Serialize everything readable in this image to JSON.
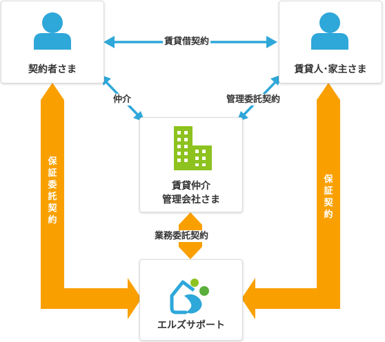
{
  "nodes": {
    "tenant": {
      "label": "契約者さま"
    },
    "landlord": {
      "label": "賃貸人･家主さま"
    },
    "agency": {
      "line1": "賃貸仲介",
      "line2": "管理会社さま"
    },
    "company": {
      "label": "エルズサポート"
    }
  },
  "edges": {
    "lease": "賃貸借契約",
    "brokerage": "仲介",
    "management": "管理委託契約",
    "business": "業務委託契約",
    "guarantee_commission": "保証委託契約",
    "guarantee": "保証契約"
  },
  "colors": {
    "blue_accent": "#2ea7d9",
    "orange_accent": "#f9a000",
    "building_green": "#8dc21f"
  },
  "icons": {
    "tenant": "person-icon",
    "landlord": "person-icon",
    "agency": "building-icon",
    "company": "company-logo-icon"
  }
}
